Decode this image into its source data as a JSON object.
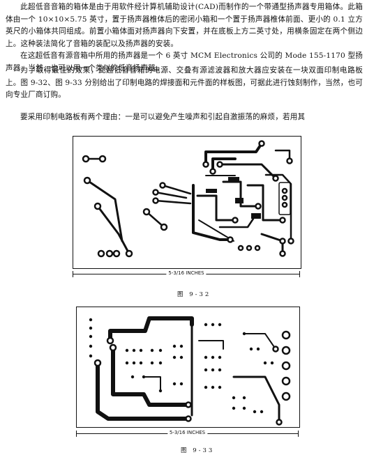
{
  "paragraphs": [
    "此超低音音箱的箱体是由于用软件经计算机辅助设计(CAD)而制作的一个带通型扬声器专用箱体。此箱体由一个 10×10×5.75 英寸，置于扬声器椎体后的密闭小箱和一个置于扬声器椎体前面、更小的 0.1 立方英尺的小箱体共同组成。前置小箱体面对扬声器向下安置，并在底板上方二英寸处，用横条固定在两个侧边上。这种装法简化了音箱的装配以及扬声器的安装。",
    "为了取得最佳的效果，此超低音音箱的电源、交叠有源滤波器和放大器应安装在一块双面印制电路板上。图 9-32、图 9-33 分别给出了印制电路的焊接面和元件面的样板图，可据此进行蚀刻制作，当然，也可向专业厂商订购。",
    "要采用印制电路板有两个理由：一是可以避免产生噪声和引起自激振荡的麻烦，若用其"
  ],
  "middle_paragraph": "在这超低音有源音箱中所用的扬声器是一个 6 英寸 MCM Electronics 公司的 Mode 155-1170 型扬声器。当然，也可以用一个类似的低音扬声器。",
  "figures": [
    {
      "dimension_label": "5-3/16 INCHES",
      "caption": "图  9-32"
    },
    {
      "dimension_label": "5-3/16 INCHES",
      "caption": "图  9-33"
    }
  ]
}
